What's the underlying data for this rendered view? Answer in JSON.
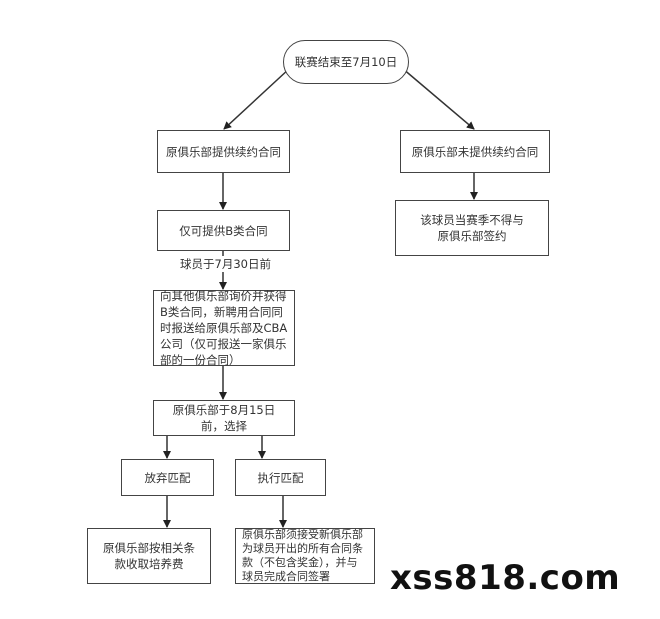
{
  "nodes": {
    "start": "联赛结束至7月10日",
    "offer_renewal": "原俱乐部提供续约合同",
    "no_renewal": "原俱乐部未提供续约合同",
    "b_contract_only": "仅可提供B类合同",
    "no_sign": "该球员当赛季不得与原俱乐部签约",
    "inquire": "向其他俱乐部询价并获得B类合同，新聘用合同同时报送给原俱乐部及CBA公司（仅可报送一家俱乐部的一份合同）",
    "choose": "原俱乐部于8月15日前，选择",
    "give_up": "放弃匹配",
    "match": "执行匹配",
    "training_fee": "原俱乐部按相关条款收取培养费",
    "accept_terms": "原俱乐部须接受新俱乐部为球员开出的所有合同条款（不包含奖金），并与球员完成合同签署"
  },
  "edge_labels": {
    "before_jul30": "球员于7月30日前"
  },
  "watermark": "xss818.com"
}
